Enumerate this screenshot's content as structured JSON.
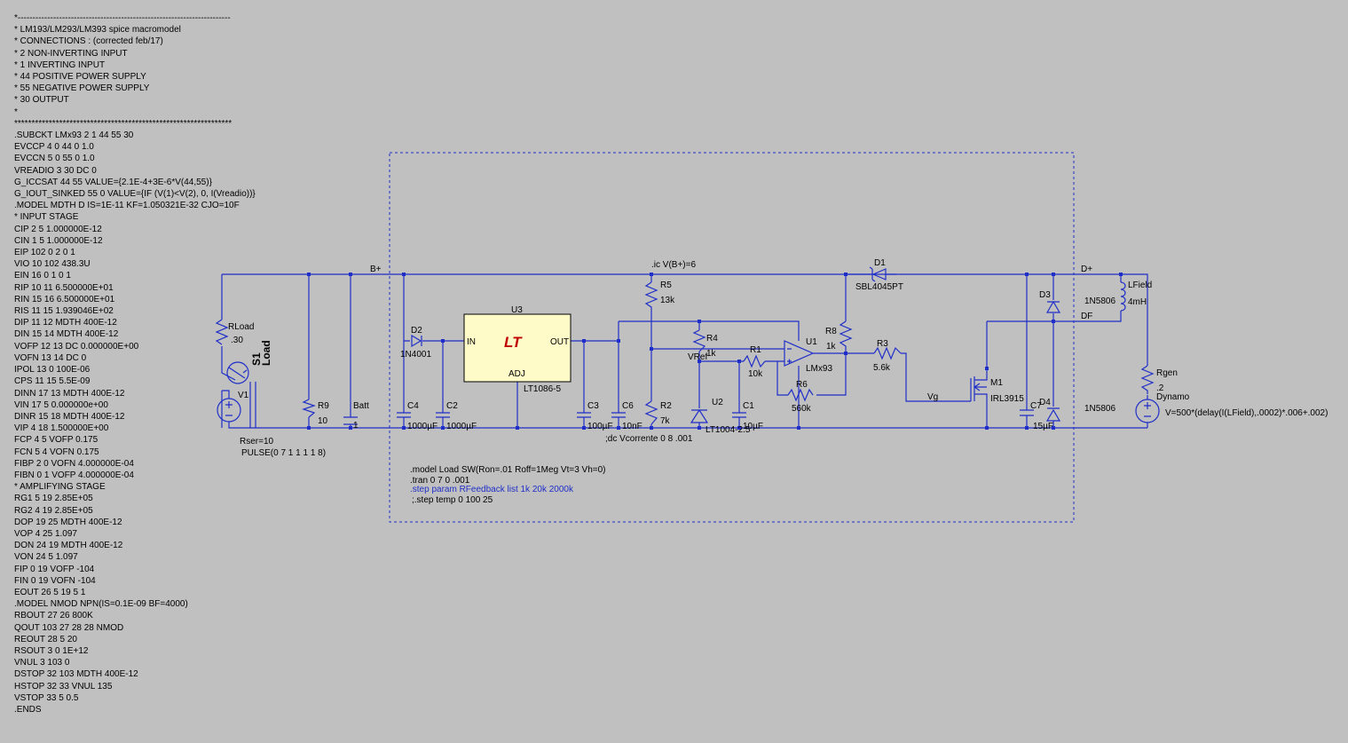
{
  "netlist": [
    "*------------------------------------------------------------------------",
    "* LM193/LM293/LM393 spice macromodel",
    "* CONNECTIONS : (corrected feb/17)",
    "* 2 NON-INVERTING INPUT",
    "* 1 INVERTING INPUT",
    "* 44 POSITIVE POWER SUPPLY",
    "* 55 NEGATIVE POWER SUPPLY",
    "* 30 OUTPUT",
    "*",
    "***************************************************************",
    ".SUBCKT LMx93 2 1 44 55 30",
    "EVCCP 4 0 44 0 1.0",
    "EVCCN 5 0 55 0 1.0",
    "VREADIO 3 30 DC 0",
    "G_ICCSAT 44 55 VALUE={2.1E-4+3E-6*V(44,55)}",
    "G_IOUT_SINKED 55 0 VALUE={IF (V(1)<V(2), 0, I(Vreadio))}",
    ".MODEL MDTH D IS=1E-11 KF=1.050321E-32 CJO=10F",
    "* INPUT STAGE",
    "CIP 2 5 1.000000E-12",
    "CIN 1 5 1.000000E-12",
    "EIP 102 0 2 0 1",
    "VIO 10 102 438.3U",
    "EIN 16 0 1 0 1",
    "RIP 10 11 6.500000E+01",
    "RIN 15 16 6.500000E+01",
    "RIS 11 15 1.939046E+02",
    "DIP 11 12 MDTH 400E-12",
    "DIN 15 14 MDTH 400E-12",
    "VOFP 12 13 DC 0.000000E+00",
    "VOFN 13 14 DC 0",
    "IPOL 13 0 100E-06",
    "CPS 11 15 5.5E-09",
    "DINN 17 13 MDTH 400E-12",
    "VIN 17 5 0.000000e+00",
    "DINR 15 18 MDTH 400E-12",
    "VIP 4 18 1.500000E+00",
    "FCP 4 5 VOFP 0.175",
    "FCN 5 4 VOFN 0.175",
    "FIBP 2 0 VOFN 4.000000E-04",
    "FIBN 0 1 VOFP 4.000000E-04",
    "* AMPLIFYING STAGE",
    "RG1 5 19 2.85E+05",
    "RG2 4 19 2.85E+05",
    "DOP 19 25 MDTH 400E-12",
    "VOP 4 25 1.097",
    "DON 24 19 MDTH 400E-12",
    "VON 24 5 1.097",
    "FIP 0 19 VOFP -104",
    "FIN 0 19 VOFN -104",
    "EOUT 26 5 19 5 1",
    ".MODEL NMOD NPN(IS=0.1E-09 BF=4000)",
    "RBOUT 27 26 800K",
    "QOUT 103 27 28 28 NMOD",
    "REOUT 28 5 20",
    "RSOUT 3 0 1E+12",
    "VNUL 3 103 0",
    "DSTOP 32 103 MDTH 400E-12",
    "HSTOP 32 33 VNUL 135",
    "VSTOP 33 5 0.5",
    ".ENDS"
  ],
  "labels": {
    "bplus": "B+",
    "dplus": "D+",
    "df": "DF",
    "vg": "Vg",
    "vref": "VRef",
    "ic": ".ic V(B+)=6",
    "u3": "U3",
    "u3_in": "IN",
    "u3_out": "OUT",
    "u3_adj": "ADJ",
    "u3_part": "LT1086-5",
    "u3_logo": "LT",
    "rload": "RLoad",
    "rload_val": ".30",
    "s1": "S1",
    "s1_load": "Load",
    "v1": "V1",
    "rser": "Rser=10",
    "pulse": "PULSE(0 7 1 1 1 1 8)",
    "r9": "R9",
    "r9_val": "10",
    "batt": "Batt",
    "batt_val": "1",
    "d2": "D2",
    "d2_part": "1N4001",
    "c4": "C4",
    "c4_val": "1000µF",
    "c2": "C2",
    "c2_val": "1000µF",
    "c3": "C3",
    "c3_val": "100µF",
    "c6": "C6",
    "c6_val": "10nF",
    "dc_vcorrente": ";dc Vcorrente 0 8 .001",
    "r5": "R5",
    "r5_val": "13k",
    "r2": "R2",
    "r2_val": "7k",
    "r4": "R4",
    "r4_val": "1k",
    "r1": "R1",
    "r1_val": "10k",
    "u2": "U2",
    "u2_part": "LT1004-2.5",
    "c1": "C1",
    "c1_val": "10µF",
    "u1": "U1",
    "u1_part": "LMx93",
    "r6": "R6",
    "r6_val": "560k",
    "r8": "R8",
    "r8_val": "1k",
    "r3": "R3",
    "r3_val": "5.6k",
    "d1": "D1",
    "d1_part": "SBL4045PT",
    "m1": "M1",
    "m1_part": "IRL3915",
    "c7": "C7",
    "c7_val": "15µF",
    "d3": "D3",
    "d3_part": "1N5806",
    "d4": "D4",
    "d4_part": "1N5806",
    "lfield": "LField",
    "lfield_val": "4mH",
    "rgen": "Rgen",
    "rgen_val": ".2",
    "dynamo": "Dynamo",
    "dynamo_expr": "V=500*(delay(I(LField),.0002)*.006+.002)"
  },
  "directives": {
    "model": ".model Load SW(Ron=.01 Roff=1Meg Vt=3 Vh=0)",
    "tran": ".tran 0 7 0 .001",
    "step_param": ".step param RFeedback list 1k 20k 2000k",
    "step_temp": ";.step  temp 0 100 25"
  },
  "colors": {
    "background": "#c0c0c0",
    "wire": "#1f2ec8",
    "regulator_fill": "#fffbc8",
    "text": "#000000"
  }
}
